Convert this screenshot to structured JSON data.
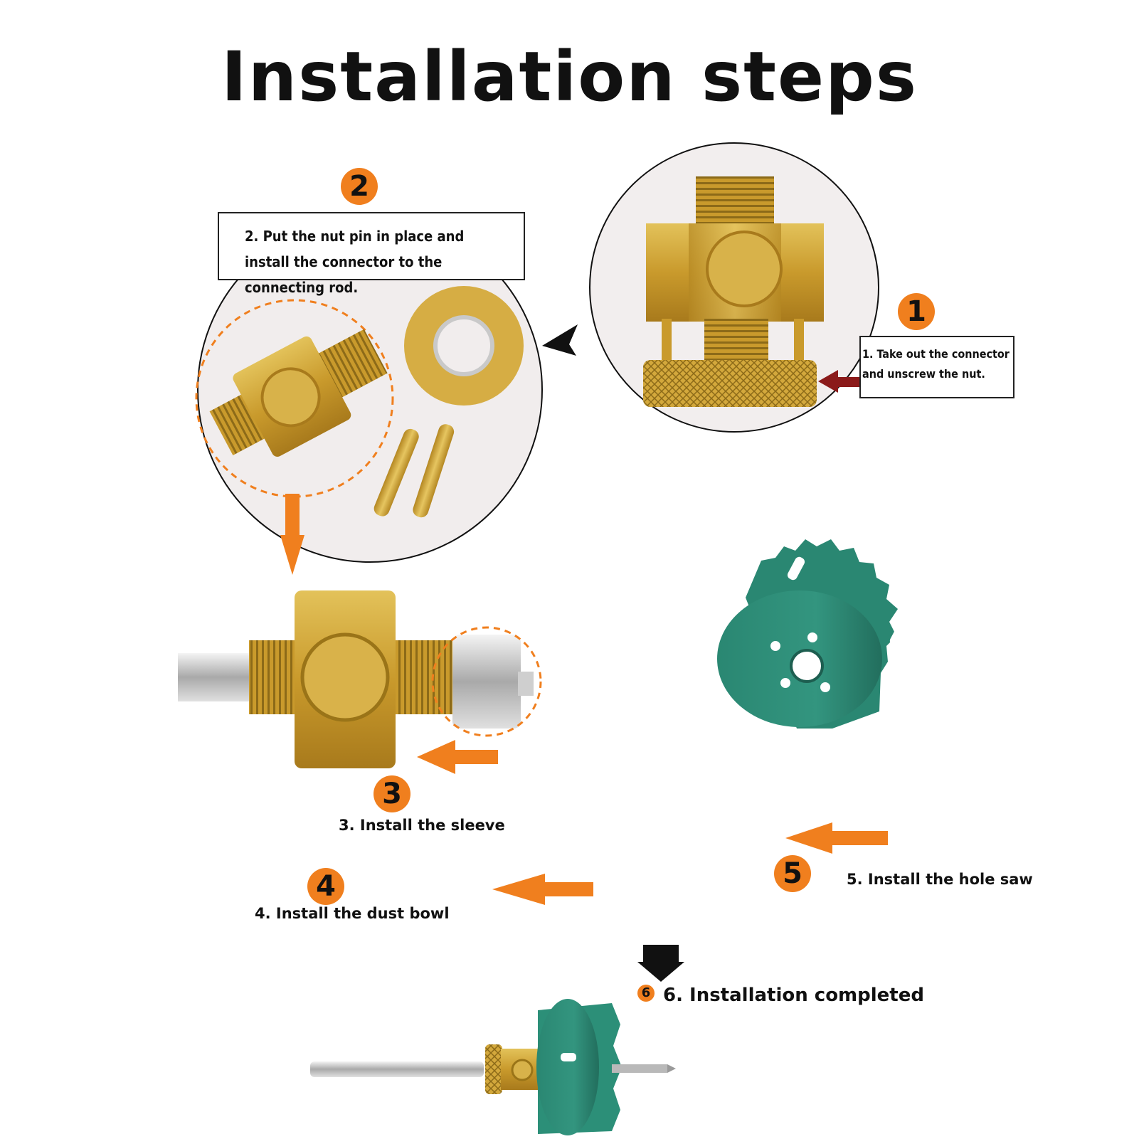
{
  "title": "Installation steps",
  "steps": [
    {
      "number": "1",
      "text": "1. Take out the connector and unscrew the nut."
    },
    {
      "number": "2",
      "text": "2. Put the nut pin in place and install the connector to the connecting rod."
    },
    {
      "number": "3",
      "text": "3. Install the sleeve"
    },
    {
      "number": "4",
      "text": "4. Install the dust bowl"
    },
    {
      "number": "5",
      "text": "5. Install the hole saw"
    },
    {
      "number": "6",
      "text": "6. Installation completed"
    }
  ],
  "colors": {
    "brass": "#c9a23a",
    "orange_accent": "#f07f1e",
    "hole_saw_green": "#2f8f7a",
    "arrow_red": "#8b1a1a"
  }
}
